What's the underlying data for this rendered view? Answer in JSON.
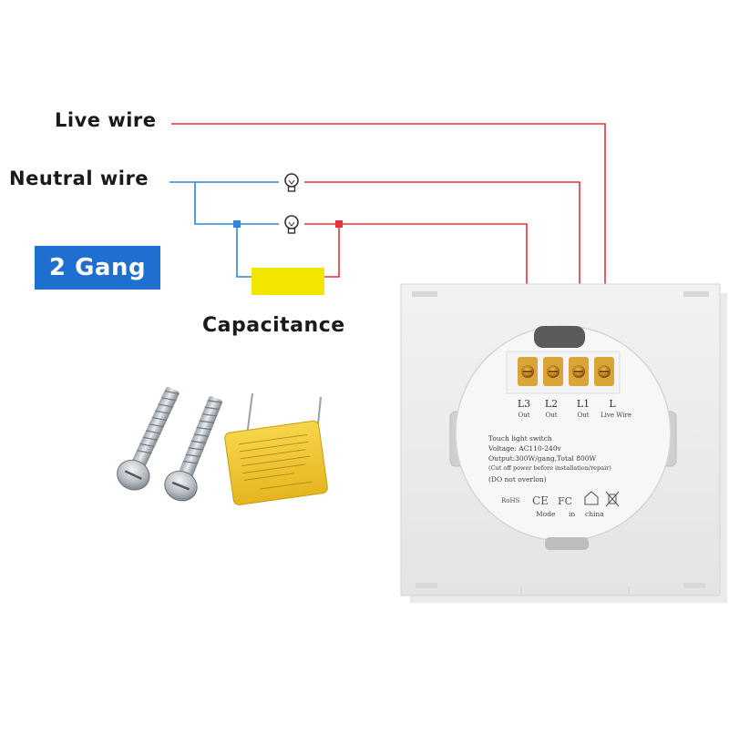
{
  "labels": {
    "live_wire": "Live wire",
    "neutral_wire": "Neutral wire",
    "gang": "2 Gang",
    "capacitance": "Capacitance"
  },
  "switch": {
    "terminals": [
      {
        "name": "L3",
        "sub": "Out"
      },
      {
        "name": "L2",
        "sub": "Out"
      },
      {
        "name": "L1",
        "sub": "Out"
      },
      {
        "name": "L",
        "sub": "Live Wire"
      }
    ],
    "spec_lines": [
      "Touch light switch",
      "Voltage: AC110-240v",
      "Output:300W/gang,Total 800W",
      "(Cut off power before installation/repair)",
      "(DO not overlon)"
    ],
    "marks": [
      "RoHS",
      "CE",
      "FC"
    ],
    "made_in": [
      "Mode",
      "in",
      "china"
    ]
  },
  "colors": {
    "live": "#e8303a",
    "neutral": "#2f86d6",
    "capacitor": "#f2e600",
    "badge": "#1f6fd0"
  }
}
